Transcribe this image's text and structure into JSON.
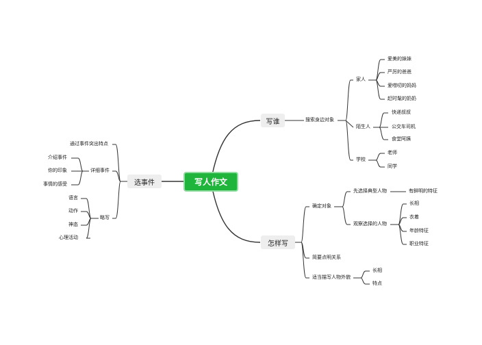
{
  "root": "写人作文",
  "branches": {
    "who": {
      "label": "写谁",
      "search": "搜索身边对象",
      "family": "家人",
      "family_items": [
        "爱美的妹妹",
        "严厉的爸爸",
        "爱唠叨的妈妈",
        "赶时髦的奶奶"
      ],
      "stranger": "陌生人",
      "stranger_items": [
        "快递叔叔",
        "公交车司机",
        "食堂阿姨"
      ],
      "school": "学校",
      "school_items": [
        "老师",
        "同学"
      ]
    },
    "how": {
      "label": "怎样写",
      "target": "确定对象",
      "typical": "先选择典型人物",
      "typical_item": "有鲜明的特征",
      "observe": "观察选择的人物",
      "observe_items": [
        "长相",
        "衣着",
        "年龄特征",
        "职业特征"
      ],
      "relation": "简要点明关系",
      "appearance": "适当描写人物外貌",
      "appearance_items": [
        "长相",
        "特点"
      ]
    },
    "event": {
      "label": "选事件",
      "highlight": "通过事件突出特点",
      "detail": "详细事件",
      "detail_items": [
        "介绍事件",
        "你的印象",
        "事情的感受"
      ],
      "brief": "略写",
      "brief_items": [
        "语言",
        "动作",
        "神态",
        "心理活动"
      ]
    }
  }
}
